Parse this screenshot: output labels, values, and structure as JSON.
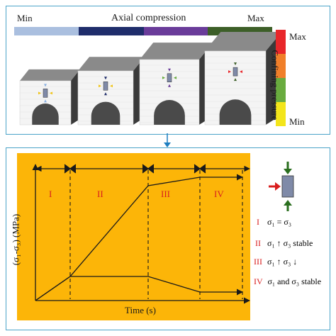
{
  "top_panel": {
    "min_label": "Min",
    "title": "Axial compression",
    "max_label": "Max",
    "bar_colors": [
      "#aabfdf",
      "#1f2d6b",
      "#6a3c9a",
      "#3d5f28"
    ],
    "pressure_colors": [
      "#e8262a",
      "#f07f2a",
      "#69ab3f",
      "#f3e51b"
    ],
    "pressure_max": "Max",
    "pressure_label": "Confining pressure",
    "pressure_min": "Min",
    "specimen_count": 4
  },
  "connector": {
    "arrow_color": "#1d7ec0"
  },
  "bottom_panel": {
    "background": "#fcb508",
    "ylabel": "(σ₁-σ₃) (MPa)",
    "xlabel": "Time (s)",
    "stages": [
      "I",
      "II",
      "III",
      "IV"
    ],
    "legend": [
      {
        "numeral": "I",
        "text": "σ₁ = σ₃"
      },
      {
        "numeral": "II",
        "text": "σ₁ ↑ σ₃ stable"
      },
      {
        "numeral": "III",
        "text": "σ₁ ↑ σ₃ ↓"
      },
      {
        "numeral": "IV",
        "text": "σ₁ and σ₃ stable"
      }
    ],
    "stage_color": "#d81e1e"
  }
}
